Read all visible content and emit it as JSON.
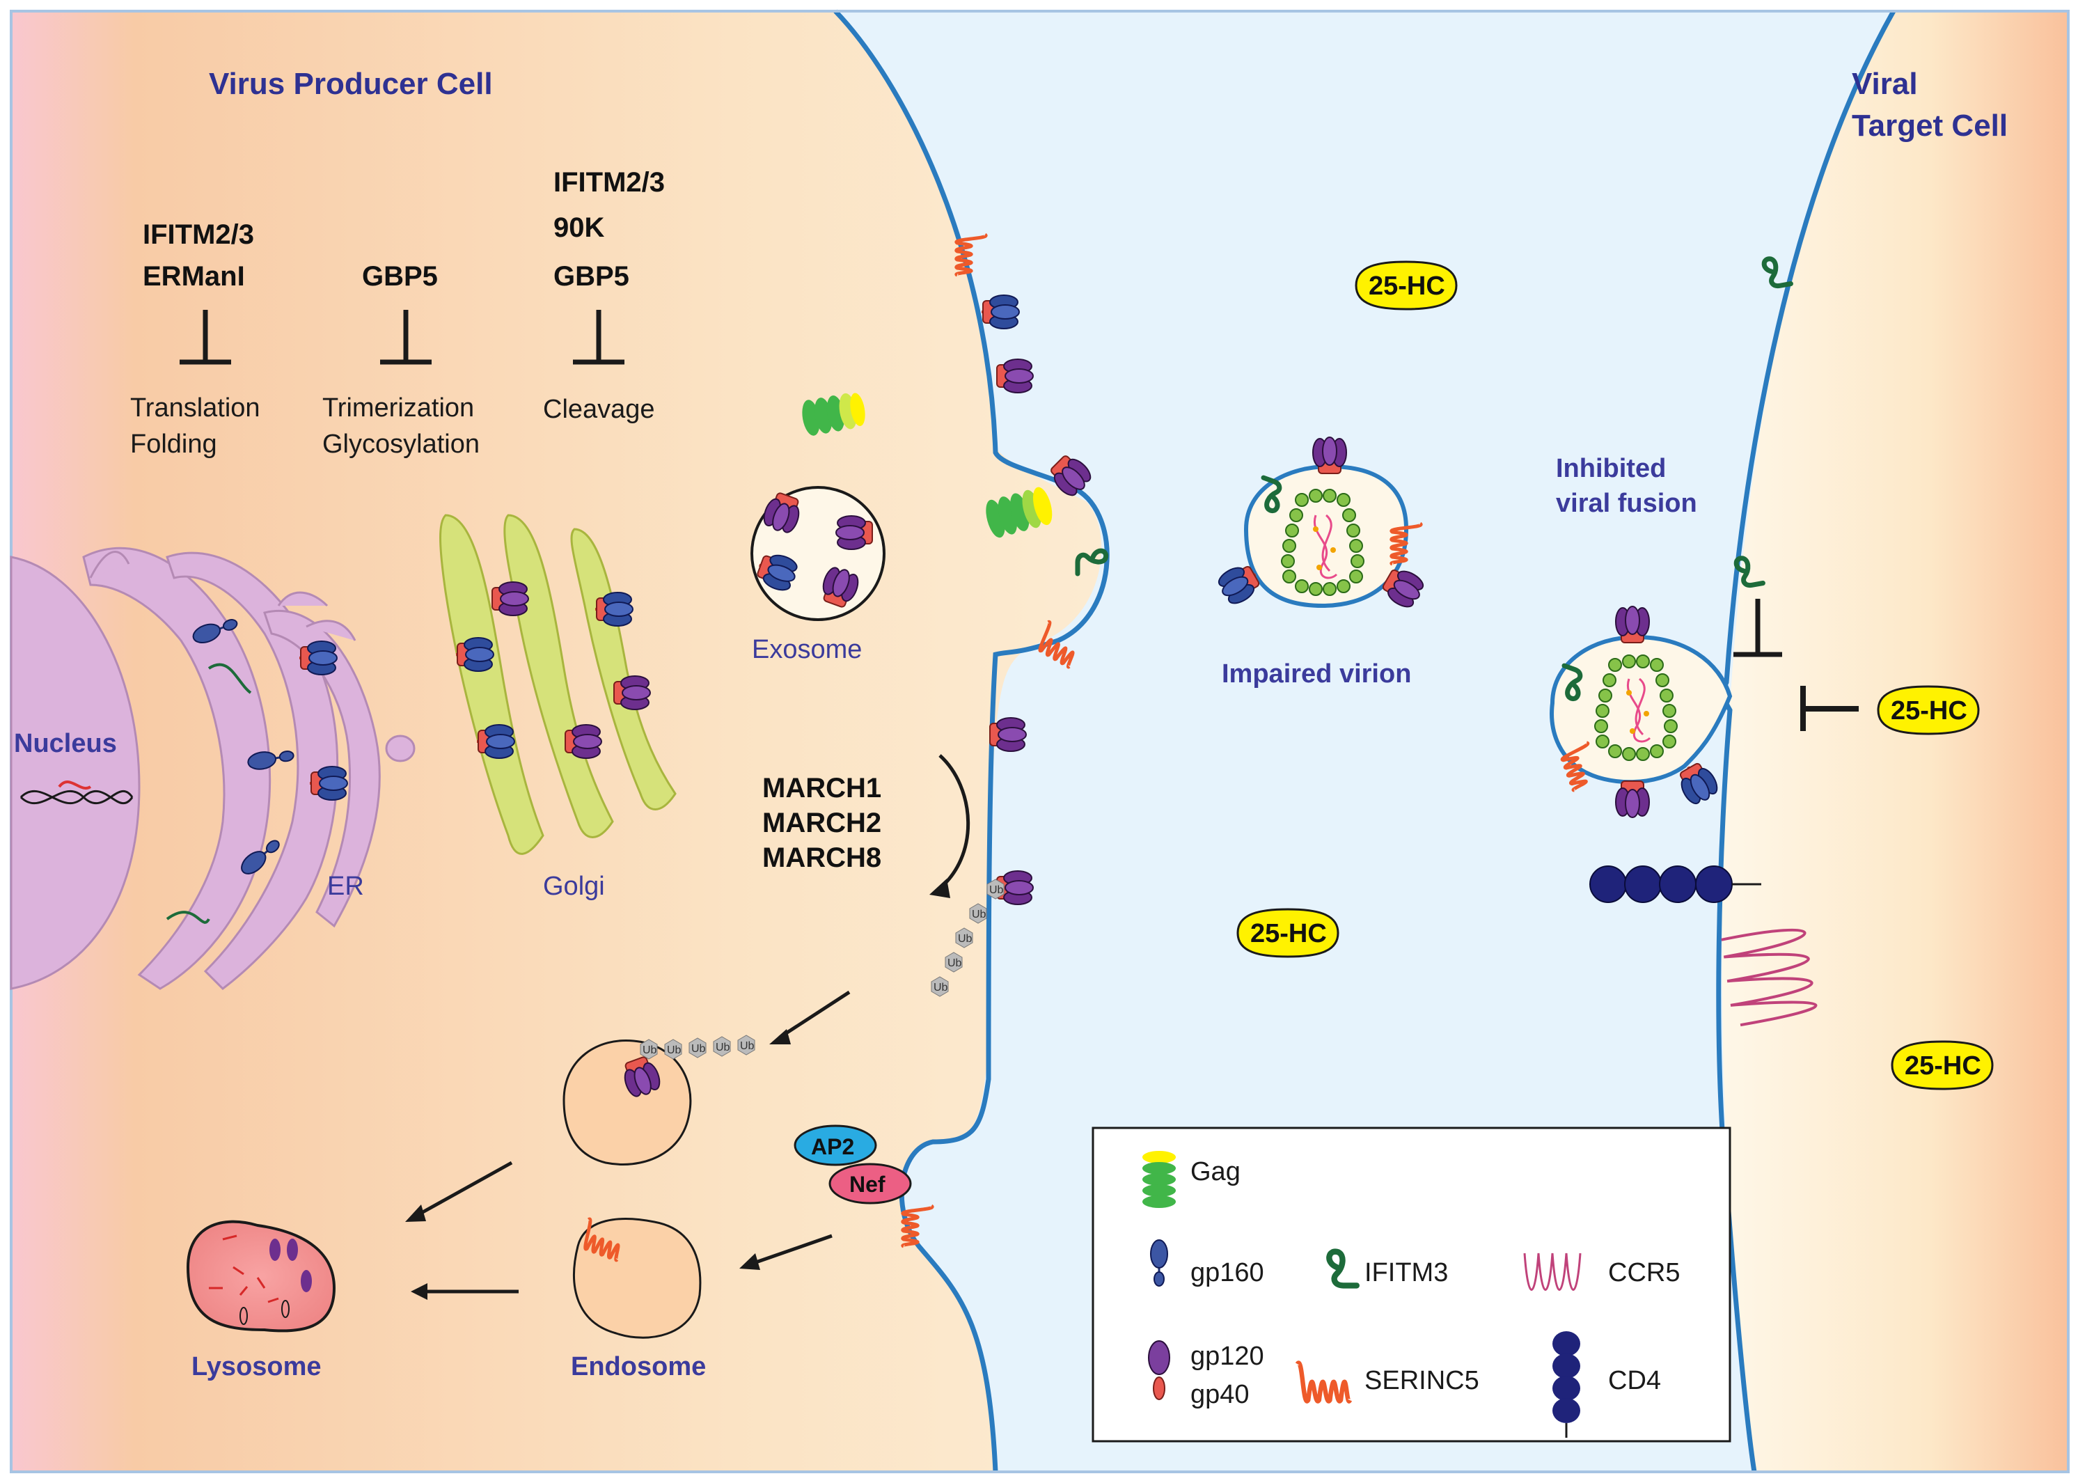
{
  "cells": {
    "producer": "Virus Producer Cell",
    "target_line1": "Viral",
    "target_line2": "Target Cell"
  },
  "restriction_factors": {
    "translation": {
      "factors": [
        "IFITM2/3",
        "ERManI"
      ],
      "process": [
        "Translation",
        "Folding"
      ]
    },
    "trimerization": {
      "factors": [
        "GBP5"
      ],
      "process": [
        "Trimerization",
        "Glycosylation"
      ]
    },
    "cleavage": {
      "factors": [
        "IFITM2/3",
        "90K",
        "GBP5"
      ],
      "process": [
        "Cleavage"
      ]
    }
  },
  "march": [
    "MARCH1",
    "MARCH2",
    "MARCH8"
  ],
  "organelles": {
    "nucleus": "Nucleus",
    "er": "ER",
    "golgi": "Golgi",
    "exosome": "Exosome",
    "lysosome": "Lysosome",
    "endosome": "Endosome"
  },
  "ub": "Ub",
  "ap2": "AP2",
  "nef": "Nef",
  "hc": "25-HC",
  "impaired_virion": "Impaired virion",
  "inhibited_fusion": [
    "Inhibited",
    "viral fusion"
  ],
  "legend": {
    "gag": "Gag",
    "gp160": "gp160",
    "ifitm3": "IFITM3",
    "ccr5": "CCR5",
    "gp120": "gp120",
    "gp40": "gp40",
    "serinc5": "SERINC5",
    "cd4": "CD4"
  },
  "colors": {
    "membrane": "#2a7bbf",
    "extracellular": "#e6f3fc",
    "cytoplasm": "#fdf1dc",
    "er": "#dcb3dc",
    "golgi": "#d6e27a",
    "gp160": "#3c56a4",
    "gp120": "#7b3f9e",
    "gp41": "#e9584f",
    "ifitm3": "#1d6b3a",
    "serinc5": "#ee5a2a",
    "ccr5": "#c0427a",
    "cd4": "#1f237a",
    "hc": "#fff200",
    "gag_green": "#41b649",
    "gag_yellow": "#fff200"
  }
}
